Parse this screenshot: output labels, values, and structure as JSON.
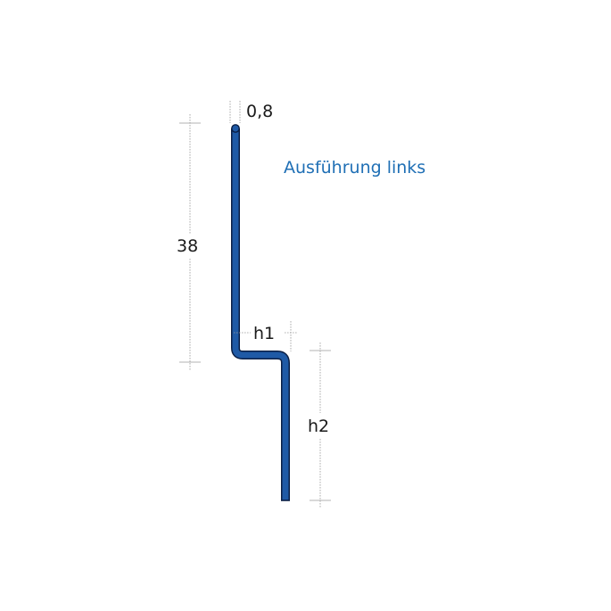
{
  "caption": "Ausführung links",
  "dimensions": {
    "thickness": "0,8",
    "height_upper": "38",
    "offset": "h1",
    "height_lower": "h2"
  },
  "colors": {
    "profile_fill": "#1f5aa6",
    "profile_outline": "#0b1f45",
    "caption": "#1f6fb5",
    "dimension_lines": "#9a9a9a",
    "dimension_text": "#1a1a1a"
  }
}
